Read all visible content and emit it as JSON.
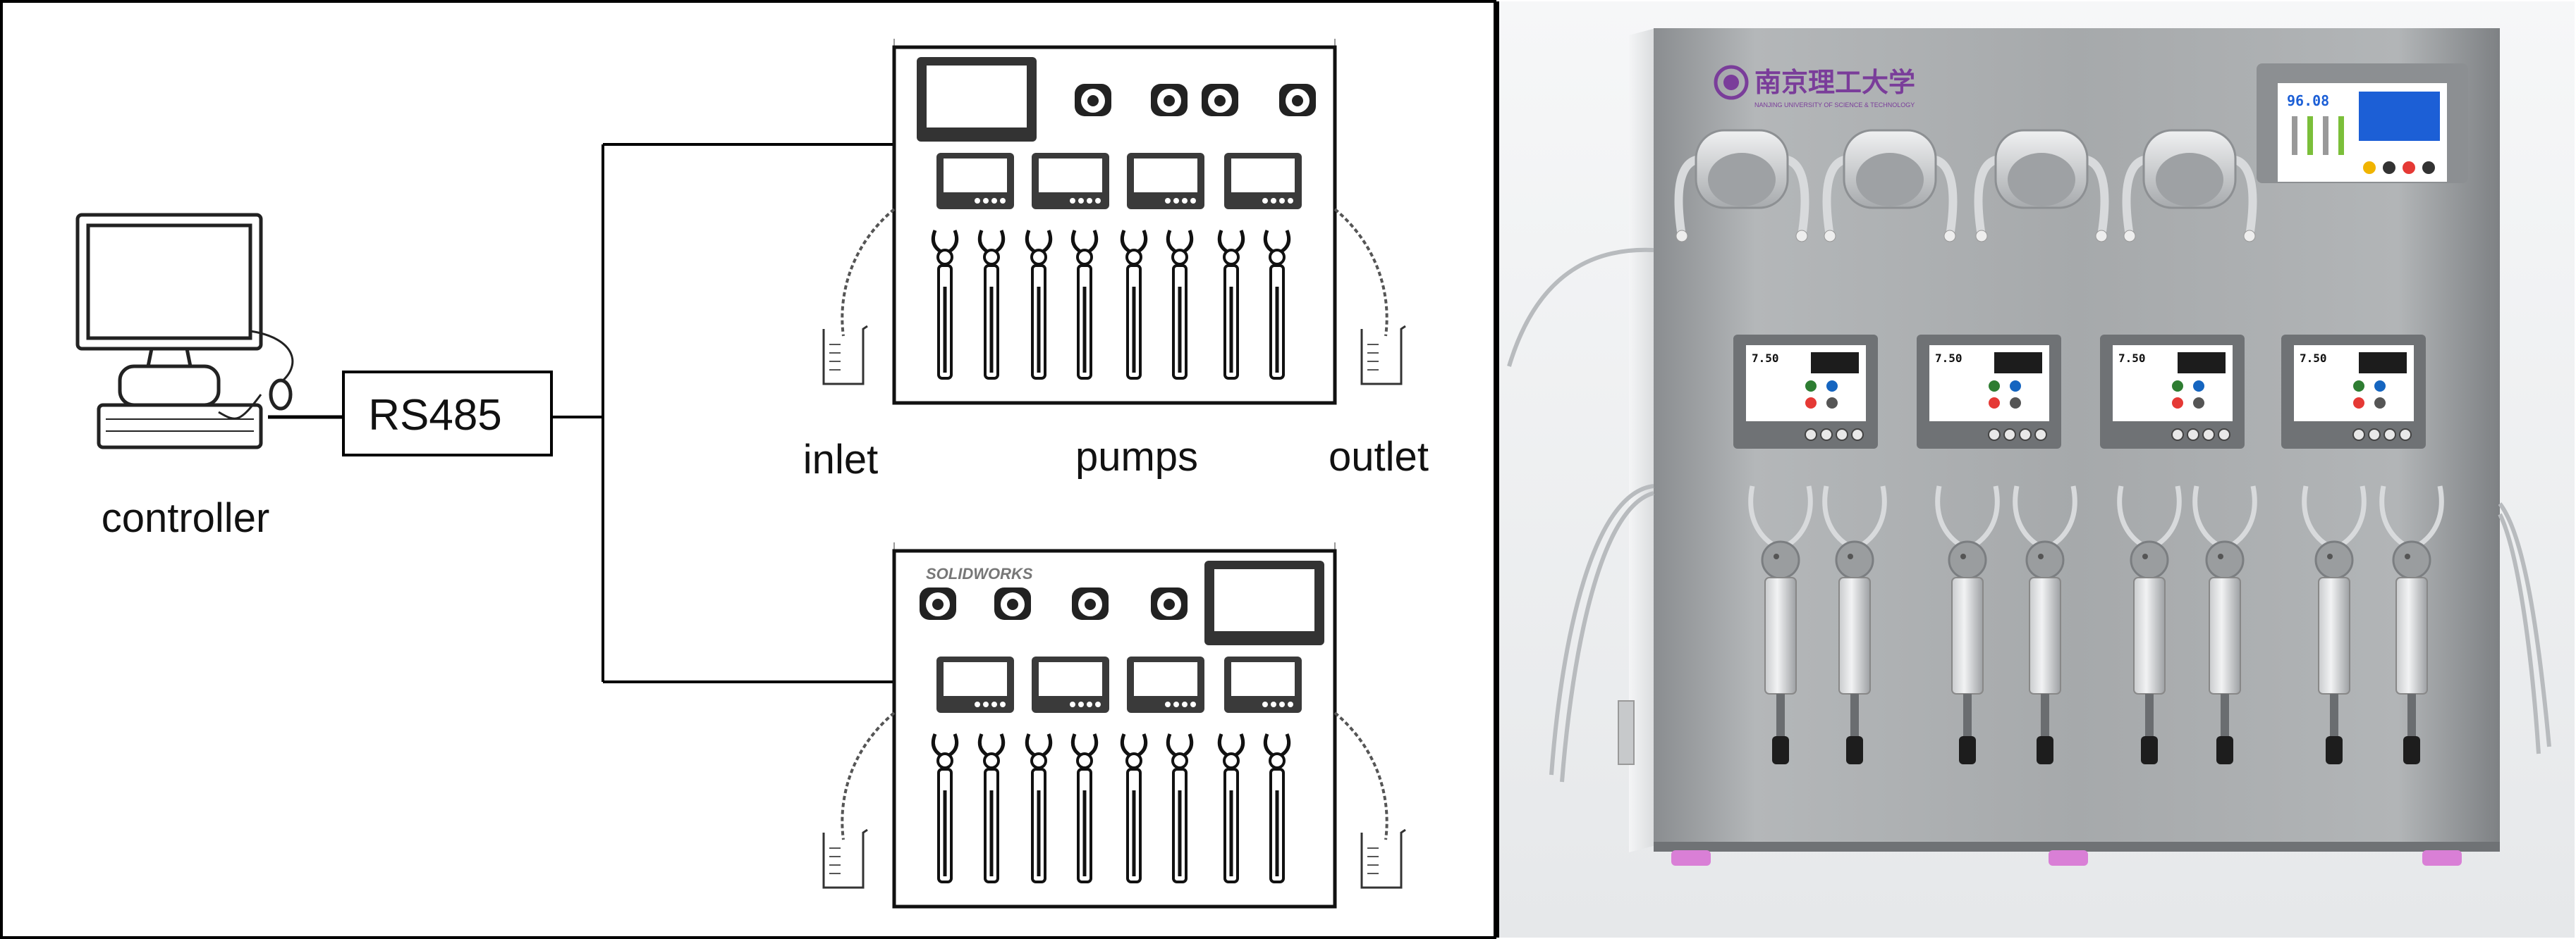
{
  "labels": {
    "controller": "controller",
    "bus": "RS485",
    "inlet": "inlet",
    "pumps": "pumps",
    "outlet": "outlet"
  },
  "logos": {
    "solidworks": "SOLIDWORKS",
    "university": "南京理工大学",
    "university_en": "NANJING UNIVERSITY OF SCIENCE & TECHNOLOGY"
  },
  "screens": {
    "main_readout": "96.08",
    "module_readout": "7.50"
  },
  "colors": {
    "frame": "#000000",
    "housing": "#9a9d9f",
    "screen_blue": "#1c5fd6",
    "feet": "#d97fd6",
    "logo_purple": "#7a3d9a"
  }
}
